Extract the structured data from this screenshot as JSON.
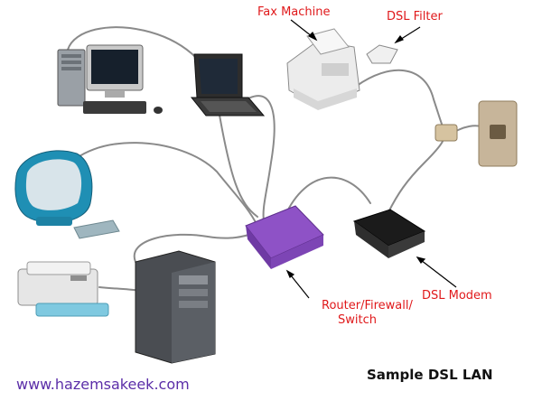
{
  "diagram": {
    "title": "Sample DSL LAN",
    "website": "www.hazemsakeek.com",
    "labels": {
      "fax": "Fax Machine",
      "filter": "DSL Filter",
      "router_1": "Router/Firewall/",
      "router_2": "Switch",
      "modem": "DSL Modem"
    },
    "devices": [
      "desktop-pc",
      "laptop",
      "imac",
      "printer",
      "server-tower",
      "fax-machine",
      "dsl-filter",
      "phone-jack",
      "splitter",
      "router",
      "dsl-modem"
    ],
    "colors": {
      "label": "#e0191b",
      "cable": "#8a8a8a",
      "router": "#8e52c6",
      "website": "#5b2ea8",
      "imac": "#1f8fb4"
    }
  }
}
